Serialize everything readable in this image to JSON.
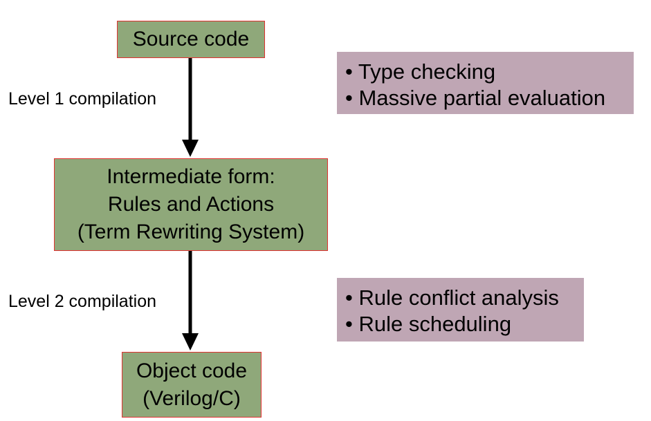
{
  "nodes": {
    "source": {
      "lines": [
        "Source code"
      ]
    },
    "intermediate": {
      "lines": [
        "Intermediate form:",
        "Rules and Actions",
        "(Term Rewriting System)"
      ]
    },
    "object": {
      "lines": [
        "Object code",
        "(Verilog/C)"
      ]
    }
  },
  "edges": {
    "level1": {
      "label": "Level 1 compilation"
    },
    "level2": {
      "label": "Level 2 compilation"
    }
  },
  "notes": {
    "level1": {
      "items": [
        "• Type checking",
        "• Massive partial evaluation"
      ]
    },
    "level2": {
      "items": [
        "• Rule conflict analysis",
        "• Rule scheduling"
      ]
    }
  },
  "colors": {
    "node_fill": "#8fa87a",
    "node_border": "#e03030",
    "note_fill": "#bfa6b4",
    "arrow": "#000000"
  }
}
